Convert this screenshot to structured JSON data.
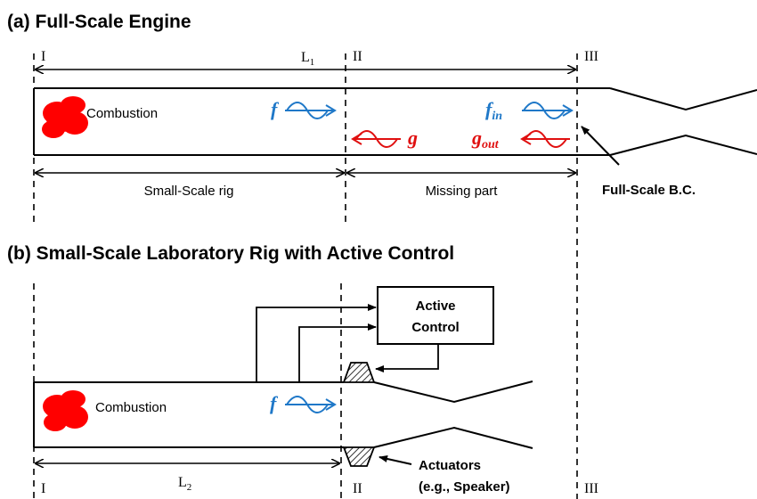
{
  "panel_a": {
    "title": "(a) Full-Scale Engine",
    "stations": [
      "I",
      "II",
      "III"
    ],
    "length_label": "L",
    "length_sub": "1",
    "combustion": "Combustion",
    "wave_f": "f",
    "wave_fin": "f",
    "wave_fin_sub": "in",
    "wave_g": "g",
    "wave_gout": "g",
    "wave_gout_sub": "out",
    "small_scale_rig": "Small-Scale rig",
    "missing_part": "Missing part",
    "bc_label": "Full-Scale B.C."
  },
  "panel_b": {
    "title": "(b) Small-Scale Laboratory Rig with Active Control",
    "stations": [
      "I",
      "II",
      "III"
    ],
    "length_label": "L",
    "length_sub": "2",
    "combustion": "Combustion",
    "wave_f": "f",
    "control_line1": "Active",
    "control_line2": "Control",
    "actuators_line1": "Actuators",
    "actuators_line2": "(e.g., Speaker)"
  },
  "colors": {
    "flame": "#ff0000",
    "downstream_wave": "#1f78c8",
    "upstream_wave": "#e01010",
    "line": "#000000"
  }
}
